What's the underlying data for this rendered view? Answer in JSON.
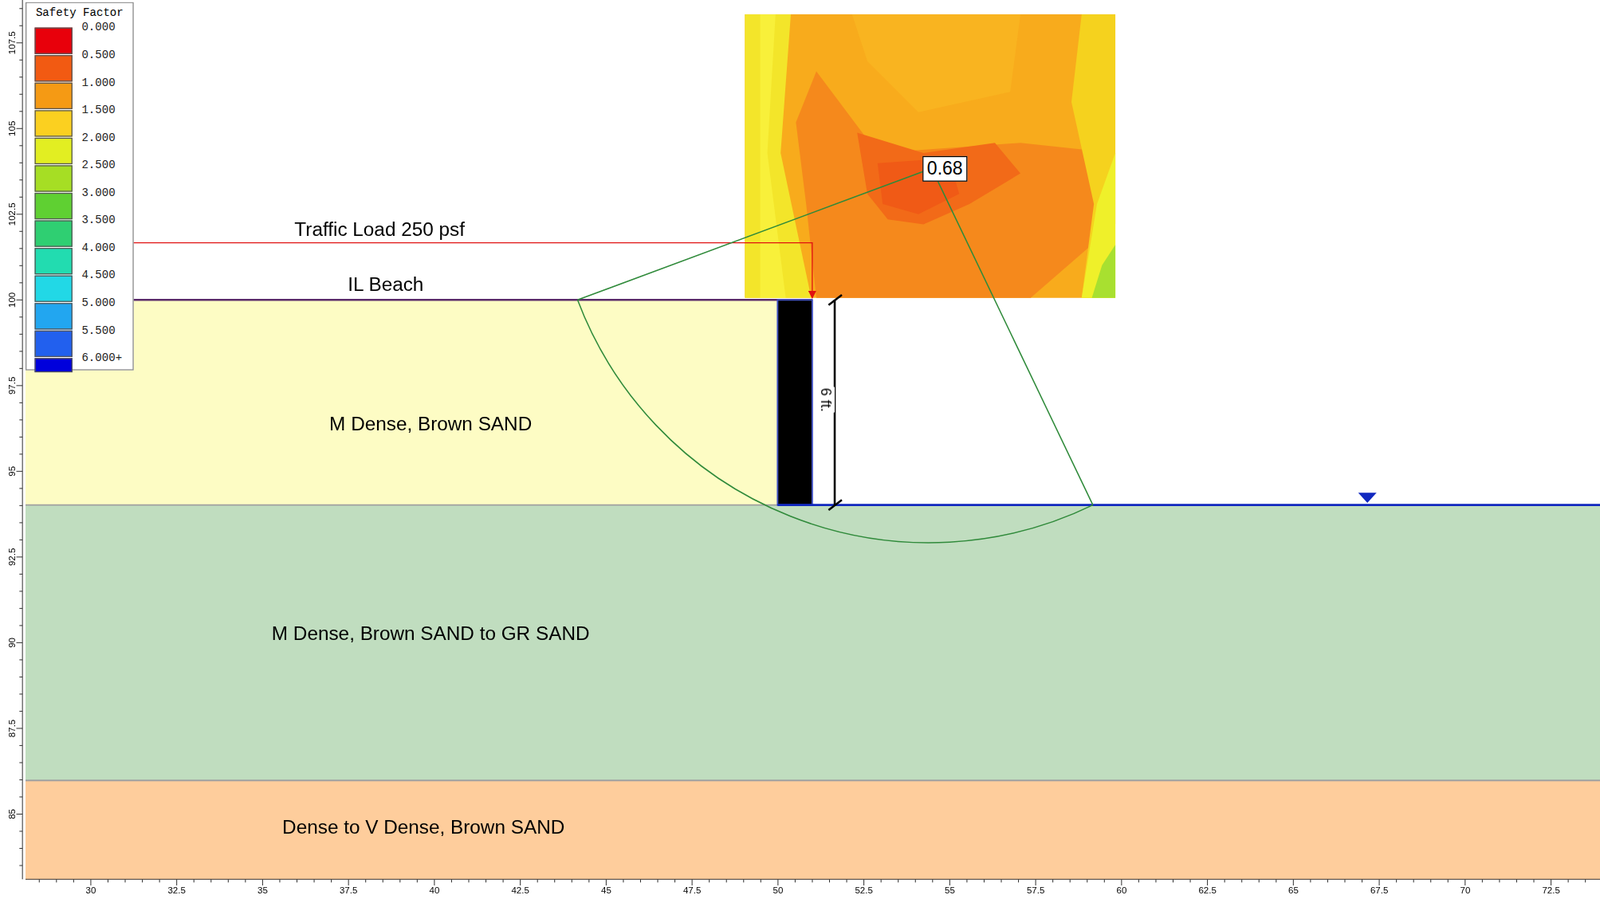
{
  "diagram": {
    "nodes": [
      {
        "text": [
          "0.68"
        ]
      },
      {
        "text": [
          "M Dense, Brown SAND"
        ]
      },
      {
        "text": [
          "M Dense, Brown SAND to GR SAND"
        ]
      },
      {
        "text": [
          "Dense to V Dense, Brown SAND"
        ]
      }
    ],
    "labels": [
      "Safety Factor",
      "Traffic Load 250 psf",
      "IL Beach",
      "6 ft.",
      "107.5",
      "105",
      "102.5",
      "100",
      "97.5",
      "95",
      "92.5",
      "90",
      "87.5",
      "85",
      "30",
      "32.5",
      "35",
      "37.5",
      "40",
      "42.5",
      "45",
      "47.5",
      "50",
      "52.5",
      "55",
      "57.5",
      "60",
      "62.5",
      "65",
      "67.5",
      "70",
      "72.5"
    ],
    "legend": [
      {
        "text": "0.000",
        "color": "#e8000b"
      },
      {
        "text": "0.500",
        "color": "#f25a12"
      },
      {
        "text": "1.000",
        "color": "#f59a14"
      },
      {
        "text": "1.500",
        "color": "#fbd020"
      },
      {
        "text": "2.000",
        "color": "#e2ee22"
      },
      {
        "text": "2.500",
        "color": "#a6de24"
      },
      {
        "text": "3.000",
        "color": "#5fd032"
      },
      {
        "text": "3.500",
        "color": "#2fcf72"
      },
      {
        "text": "4.000",
        "color": "#22dcb0"
      },
      {
        "text": "4.500",
        "color": "#22d8e6"
      },
      {
        "text": "5.000",
        "color": "#22a6f0"
      },
      {
        "text": "5.500",
        "color": "#2260ee"
      },
      {
        "text": "6.000+",
        "color": "#0000dc"
      }
    ]
  }
}
